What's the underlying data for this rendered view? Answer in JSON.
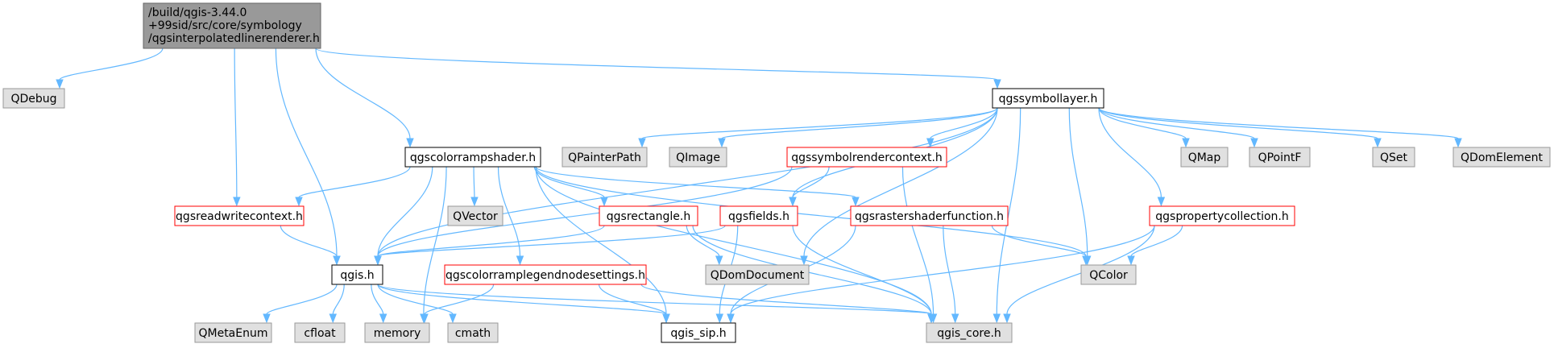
{
  "diagram": {
    "colors": {
      "edge": "#63b8ff",
      "root_fill": "#999999",
      "external_fill": "#e0e0e0",
      "highlight_border": "#ff0000"
    },
    "nodes": {
      "root": "/build/qgis-3.44.0\n+99sid/src/core/symbology\n/qgsinterpolatedlinerenderer.h",
      "qdebug": "QDebug",
      "qgssymbollayer": "qgssymbollayer.h",
      "qgscolorrampshader": "qgscolorrampshader.h",
      "qpainterpath": "QPainterPath",
      "qimage": "QImage",
      "qgssymbolrendercontext": "qgssymbolrendercontext.h",
      "qmap": "QMap",
      "qpointf": "QPointF",
      "qset": "QSet",
      "qdomelement": "QDomElement",
      "qgsreadwritecontext": "qgsreadwritecontext.h",
      "qvector": "QVector",
      "qgsrectangle": "qgsrectangle.h",
      "qgsfields": "qgsfields.h",
      "qgsrastershaderfunction": "qgsrastershaderfunction.h",
      "qgspropertycollection": "qgspropertycollection.h",
      "qgis": "qgis.h",
      "qgscolorramplegendnodesettings": "qgscolorramplegendnodesettings.h",
      "qdomdocument": "QDomDocument",
      "qcolor": "QColor",
      "qmetaenum": "QMetaEnum",
      "cfloat": "cfloat",
      "memory": "memory",
      "cmath": "cmath",
      "qgis_sip": "qgis_sip.h",
      "qgis_core": "qgis_core.h"
    }
  }
}
